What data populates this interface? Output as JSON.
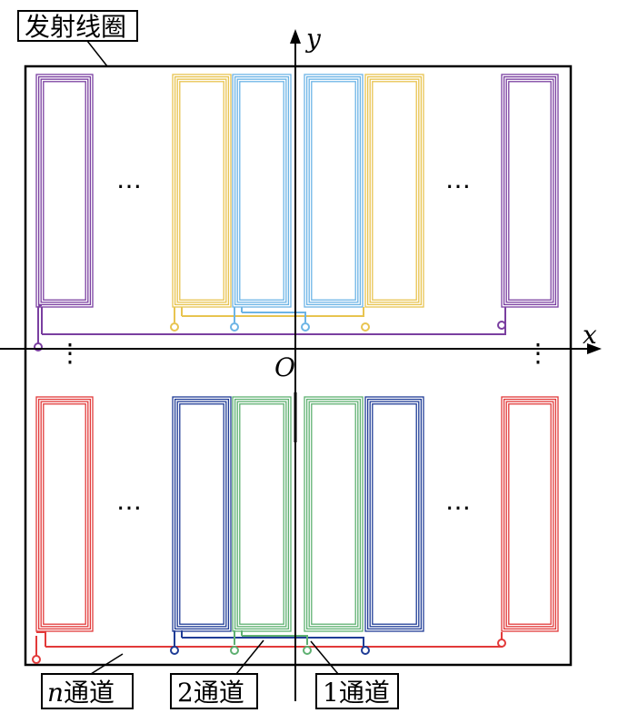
{
  "labels": {
    "coil": "发射线圈",
    "ch_n_var": "n",
    "ch_n_suffix": "通道",
    "ch2": "2通道",
    "ch1": "1通道",
    "axis_x": "x",
    "axis_y": "y",
    "origin": "O"
  },
  "ellipsis": "…",
  "vellipsis": "⋮",
  "colors": {
    "purple": "#7a3fa0",
    "yellow": "#e8c450",
    "lightblue": "#6cb4e6",
    "red": "#e23a3a",
    "darkblue": "#1f3c96",
    "green": "#5eb071",
    "black": "#000000"
  }
}
